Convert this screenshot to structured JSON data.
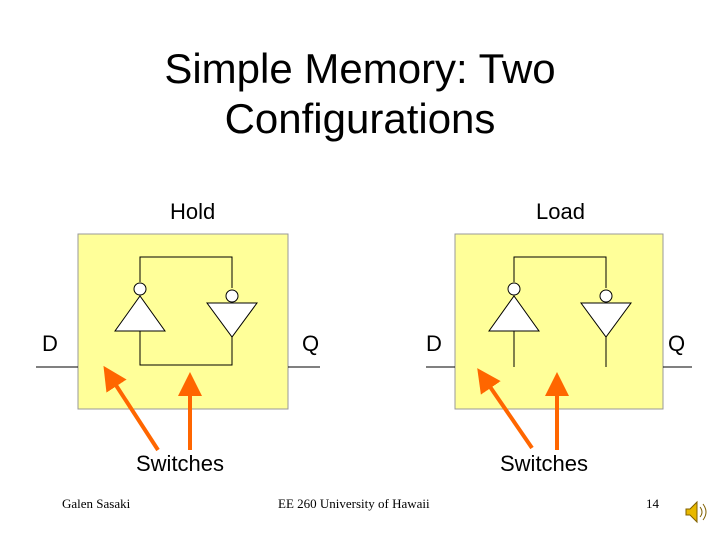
{
  "slide": {
    "title_line1": "Simple Memory:  Two",
    "title_line2": "Configurations"
  },
  "configs": {
    "hold": {
      "label": "Hold",
      "input": "D",
      "output": "Q",
      "switch_label": "Switches"
    },
    "load": {
      "label": "Load",
      "input": "D",
      "output": "Q",
      "switch_label": "Switches"
    }
  },
  "colors": {
    "box_fill": "#ffff99",
    "arrow": "#ff6600",
    "line": "#000000"
  },
  "footer": {
    "author": "Galen Sasaki",
    "course": "EE 260 University of Hawaii",
    "page": "14"
  },
  "icons": {
    "audio": "speaker-icon"
  }
}
